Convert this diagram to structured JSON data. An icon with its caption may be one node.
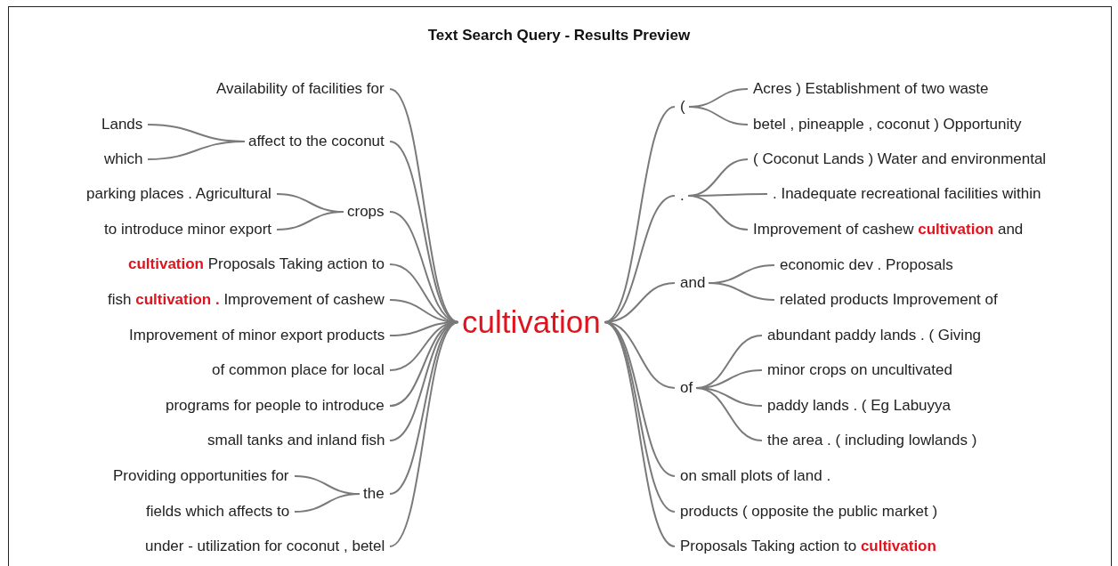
{
  "diagram": {
    "title": "Text Search Query - Results Preview",
    "nodes": [
      {
        "text": [
          "cultivation"
        ]
      },
      {
        "text": [
          "Availability of facilities for"
        ]
      },
      {
        "text": [
          "affect to the coconut"
        ]
      },
      {
        "text": [
          "Lands"
        ]
      },
      {
        "text": [
          "which"
        ]
      },
      {
        "text": [
          "crops"
        ]
      },
      {
        "text": [
          "parking places . Agricultural"
        ]
      },
      {
        "text": [
          "to introduce minor export"
        ]
      },
      {
        "text": [
          "**cultivation** Proposals Taking action to"
        ]
      },
      {
        "text": [
          "fish **cultivation .** Improvement of cashew"
        ]
      },
      {
        "text": [
          "Improvement of minor export products"
        ]
      },
      {
        "text": [
          "of common place for local"
        ]
      },
      {
        "text": [
          "programs for people to introduce"
        ]
      },
      {
        "text": [
          "small tanks and inland fish"
        ]
      },
      {
        "text": [
          "the"
        ]
      },
      {
        "text": [
          "Providing opportunities for"
        ]
      },
      {
        "text": [
          "fields which affects to"
        ]
      },
      {
        "text": [
          "under - utilization for coconut , betel"
        ]
      },
      {
        "text": [
          "("
        ]
      },
      {
        "text": [
          "Acres ) Establishment of two waste"
        ]
      },
      {
        "text": [
          "betel , pineapple , coconut ) Opportunity"
        ]
      },
      {
        "text": [
          "."
        ]
      },
      {
        "text": [
          "( Coconut Lands ) Water and environmental"
        ]
      },
      {
        "text": [
          ". Inadequate recreational facilities within"
        ]
      },
      {
        "text": [
          "Improvement of cashew **cultivation** and"
        ]
      },
      {
        "text": [
          "and"
        ]
      },
      {
        "text": [
          "economic dev . Proposals"
        ]
      },
      {
        "text": [
          "related products Improvement of"
        ]
      },
      {
        "text": [
          "of"
        ]
      },
      {
        "text": [
          "abundant paddy lands . ( Giving"
        ]
      },
      {
        "text": [
          "minor crops on uncultivated"
        ]
      },
      {
        "text": [
          "paddy lands . ( Eg Labuyya"
        ]
      },
      {
        "text": [
          "the area . ( including lowlands )"
        ]
      },
      {
        "text": [
          "on small plots of land ."
        ]
      },
      {
        "text": [
          "products ( opposite the public market )"
        ]
      },
      {
        "text": [
          "Proposals Taking action to **cultivation**"
        ]
      }
    ],
    "edges": [
      {
        "from": 0,
        "to": 1,
        "arrow": "none"
      },
      {
        "from": 0,
        "to": 2,
        "arrow": "none"
      },
      {
        "from": 2,
        "to": 3,
        "arrow": "none"
      },
      {
        "from": 2,
        "to": 4,
        "arrow": "none"
      },
      {
        "from": 0,
        "to": 5,
        "arrow": "none"
      },
      {
        "from": 5,
        "to": 6,
        "arrow": "none"
      },
      {
        "from": 5,
        "to": 7,
        "arrow": "none"
      },
      {
        "from": 0,
        "to": 8,
        "arrow": "none"
      },
      {
        "from": 0,
        "to": 9,
        "arrow": "none"
      },
      {
        "from": 0,
        "to": 10,
        "arrow": "none"
      },
      {
        "from": 0,
        "to": 11,
        "arrow": "none"
      },
      {
        "from": 0,
        "to": 12,
        "arrow": "none"
      },
      {
        "from": 0,
        "to": 13,
        "arrow": "none"
      },
      {
        "from": 0,
        "to": 14,
        "arrow": "none"
      },
      {
        "from": 14,
        "to": 15,
        "arrow": "none"
      },
      {
        "from": 14,
        "to": 16,
        "arrow": "none"
      },
      {
        "from": 0,
        "to": 17,
        "arrow": "none"
      },
      {
        "from": 0,
        "to": 18,
        "arrow": "none"
      },
      {
        "from": 18,
        "to": 19,
        "arrow": "none"
      },
      {
        "from": 18,
        "to": 20,
        "arrow": "none"
      },
      {
        "from": 0,
        "to": 21,
        "arrow": "none"
      },
      {
        "from": 21,
        "to": 22,
        "arrow": "none"
      },
      {
        "from": 21,
        "to": 23,
        "arrow": "none"
      },
      {
        "from": 21,
        "to": 24,
        "arrow": "none"
      },
      {
        "from": 0,
        "to": 25,
        "arrow": "none"
      },
      {
        "from": 25,
        "to": 26,
        "arrow": "none"
      },
      {
        "from": 25,
        "to": 27,
        "arrow": "none"
      },
      {
        "from": 0,
        "to": 28,
        "arrow": "none"
      },
      {
        "from": 28,
        "to": 29,
        "arrow": "none"
      },
      {
        "from": 28,
        "to": 30,
        "arrow": "none"
      },
      {
        "from": 28,
        "to": 31,
        "arrow": "none"
      },
      {
        "from": 28,
        "to": 32,
        "arrow": "none"
      },
      {
        "from": 0,
        "to": 33,
        "arrow": "none"
      },
      {
        "from": 0,
        "to": 34,
        "arrow": "none"
      },
      {
        "from": 0,
        "to": 35,
        "arrow": "none"
      }
    ]
  }
}
